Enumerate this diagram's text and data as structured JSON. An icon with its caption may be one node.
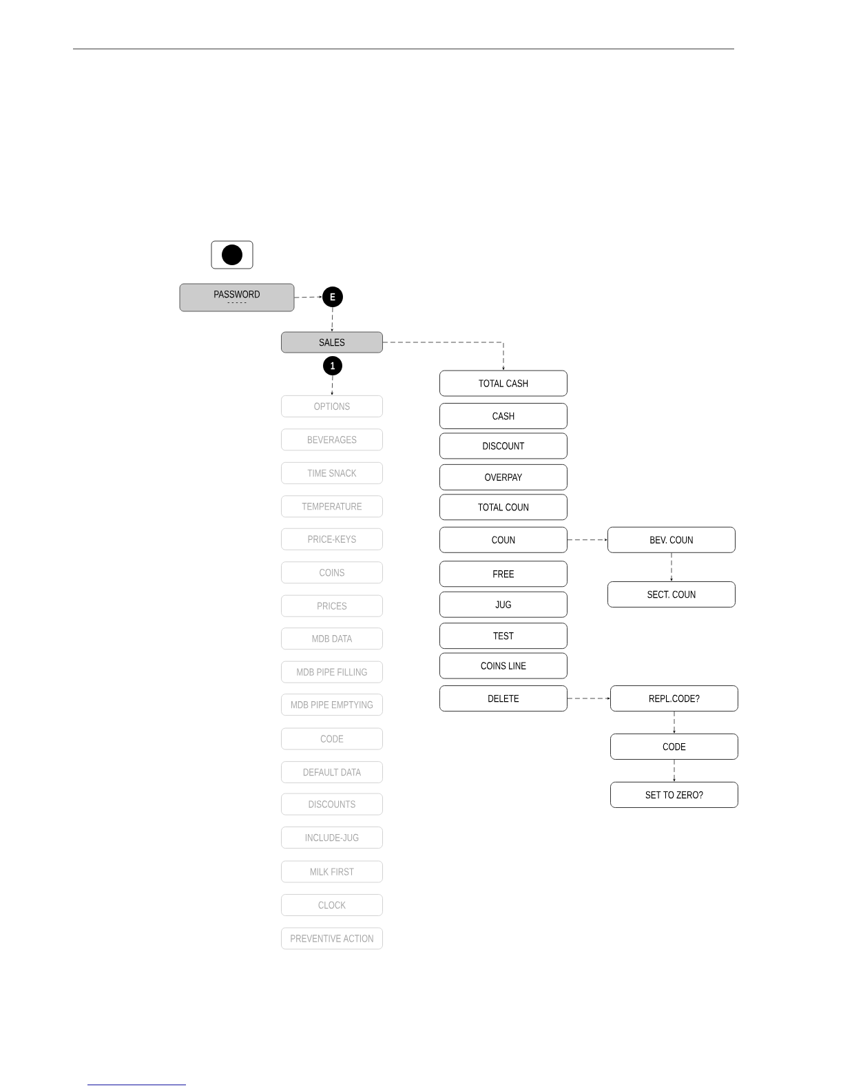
{
  "diagram": {
    "nodes": [
      {
        "text": [],
        "shape": "box"
      },
      {
        "text": [
          "PASSWORD",
          "- - - - -"
        ]
      },
      {
        "text": [
          "E"
        ]
      },
      {
        "text": [
          "SALES"
        ]
      },
      {
        "text": [
          "1"
        ]
      },
      {
        "text": [
          "OPTIONS"
        ]
      },
      {
        "text": [
          "BEVERAGES"
        ]
      },
      {
        "text": [
          "TIME SNACK"
        ]
      },
      {
        "text": [
          "TEMPERATURE"
        ]
      },
      {
        "text": [
          "PRICE-KEYS"
        ]
      },
      {
        "text": [
          "COINS"
        ]
      },
      {
        "text": [
          "PRICES"
        ]
      },
      {
        "text": [
          "MDB DATA"
        ]
      },
      {
        "text": [
          "MDB PIPE FILLING"
        ]
      },
      {
        "text": [
          "MDB PIPE EMPTYING"
        ]
      },
      {
        "text": [
          "CODE"
        ]
      },
      {
        "text": [
          "DEFAULT DATA"
        ]
      },
      {
        "text": [
          "DISCOUNTS"
        ]
      },
      {
        "text": [
          "INCLUDE-JUG"
        ]
      },
      {
        "text": [
          "MILK FIRST"
        ]
      },
      {
        "text": [
          "CLOCK"
        ]
      },
      {
        "text": [
          "PREVENTIVE ACTION"
        ]
      },
      {
        "text": [
          "TOTAL CASH"
        ]
      },
      {
        "text": [
          "CASH"
        ]
      },
      {
        "text": [
          "DISCOUNT"
        ]
      },
      {
        "text": [
          "OVERPAY"
        ]
      },
      {
        "text": [
          "TOTAL COUN"
        ]
      },
      {
        "text": [
          "COUN"
        ]
      },
      {
        "text": [
          "FREE"
        ]
      },
      {
        "text": [
          "JUG"
        ]
      },
      {
        "text": [
          "TEST"
        ]
      },
      {
        "text": [
          "COINS LINE"
        ]
      },
      {
        "text": [
          "DELETE"
        ]
      },
      {
        "text": [
          "BEV. COUN"
        ]
      },
      {
        "text": [
          "SECT. COUN"
        ]
      },
      {
        "text": [
          "REPL.CODE?"
        ]
      },
      {
        "text": [
          "CODE"
        ]
      },
      {
        "text": [
          "SET TO ZERO?"
        ]
      }
    ],
    "edges": [
      {
        "from": 1,
        "to": 2,
        "arrow": "to",
        "style": "dashed"
      },
      {
        "from": 2,
        "to": 3,
        "arrow": "to",
        "style": "dashed"
      },
      {
        "from": 4,
        "to": 5,
        "arrow": "to",
        "style": "dashed"
      },
      {
        "from": 3,
        "to": 22,
        "arrow": "to",
        "style": "dashed"
      },
      {
        "from": 27,
        "to": 33,
        "arrow": "to",
        "style": "dashed"
      },
      {
        "from": 33,
        "to": 34,
        "arrow": "to",
        "style": "dashed"
      },
      {
        "from": 32,
        "to": 35,
        "arrow": "to",
        "style": "dashed"
      },
      {
        "from": 35,
        "to": 36,
        "arrow": "to",
        "style": "dashed"
      },
      {
        "from": 36,
        "to": 37,
        "arrow": "to",
        "style": "dashed"
      }
    ]
  }
}
